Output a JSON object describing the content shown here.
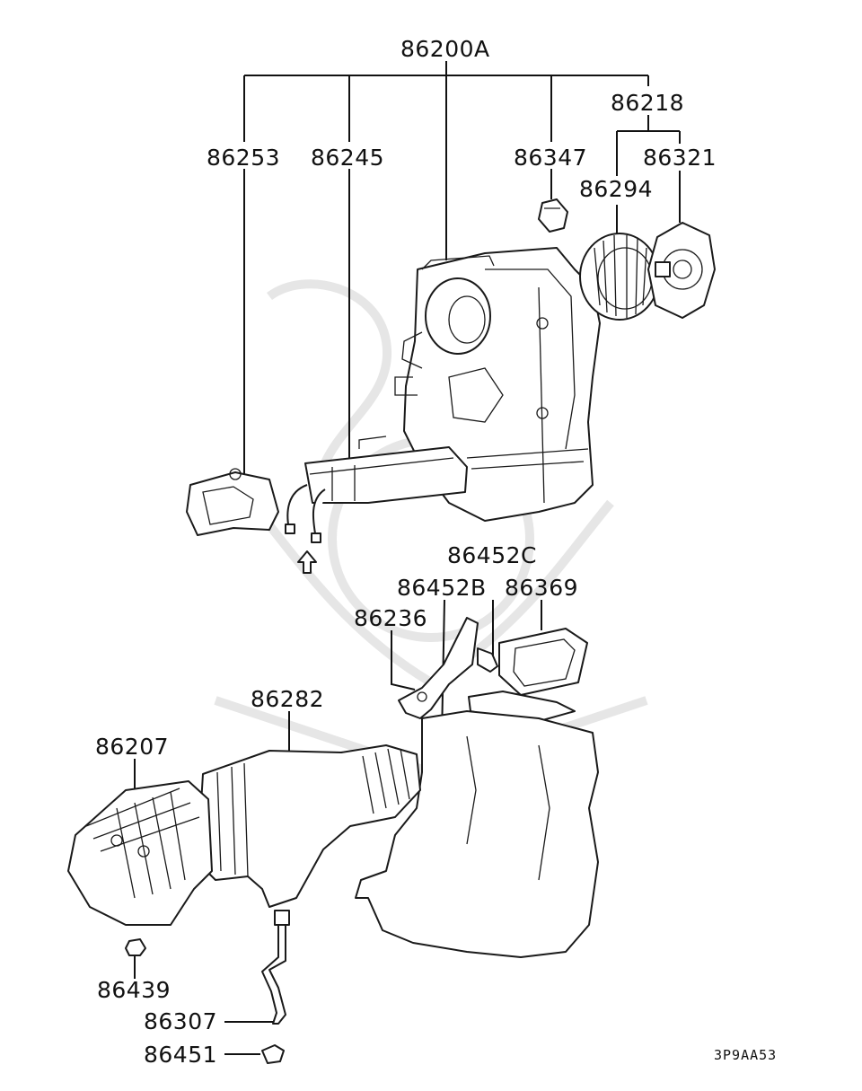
{
  "diagram": {
    "ref_code": "3P9AA53",
    "parts": {
      "p86200A": "86200A",
      "p86218": "86218",
      "p86253": "86253",
      "p86245": "86245",
      "p86347": "86347",
      "p86321": "86321",
      "p86294": "86294",
      "p86452C": "86452C",
      "p86452B": "86452B",
      "p86369": "86369",
      "p86236": "86236",
      "p86282": "86282",
      "p86207": "86207",
      "p86439": "86439",
      "p86307": "86307",
      "p86451": "86451"
    }
  }
}
